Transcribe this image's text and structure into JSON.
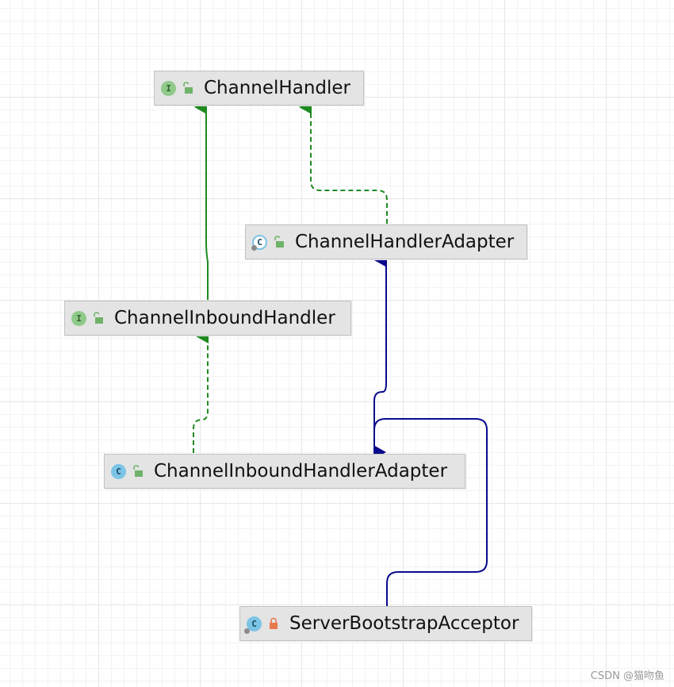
{
  "nodes": [
    {
      "id": "channel-handler",
      "label": "ChannelHandler",
      "kind": "interface",
      "kind_letter": "I",
      "visibility": "public"
    },
    {
      "id": "channel-handler-adapter",
      "label": "ChannelHandlerAdapter",
      "kind": "abstract-class",
      "kind_letter": "C",
      "visibility": "public"
    },
    {
      "id": "channel-inbound-handler",
      "label": "ChannelInboundHandler",
      "kind": "interface",
      "kind_letter": "I",
      "visibility": "public"
    },
    {
      "id": "channel-inbound-handler-adapter",
      "label": "ChannelInboundHandlerAdapter",
      "kind": "class",
      "kind_letter": "C",
      "visibility": "public"
    },
    {
      "id": "server-bootstrap-acceptor",
      "label": "ServerBootstrapAcceptor",
      "kind": "class",
      "kind_letter": "C",
      "visibility": "private"
    }
  ],
  "edges": [
    {
      "from": "channel-inbound-handler",
      "to": "channel-handler",
      "relation": "extends",
      "style": "solid",
      "color": "#1e8a1e"
    },
    {
      "from": "channel-handler-adapter",
      "to": "channel-handler",
      "relation": "implements",
      "style": "dashed",
      "color": "#1e8a1e"
    },
    {
      "from": "channel-inbound-handler-adapter",
      "to": "channel-inbound-handler",
      "relation": "implements",
      "style": "dashed",
      "color": "#1e8a1e"
    },
    {
      "from": "channel-inbound-handler-adapter",
      "to": "channel-handler-adapter",
      "relation": "extends",
      "style": "solid",
      "color": "#0a0a8c"
    },
    {
      "from": "server-bootstrap-acceptor",
      "to": "channel-inbound-handler-adapter",
      "relation": "extends",
      "style": "solid",
      "color": "#0a0a8c"
    }
  ],
  "colors": {
    "interface_icon": "#8fca8a",
    "class_icon": "#7cc4e6",
    "public_lock": "#6fb36a",
    "private_lock": "#e8784d",
    "implements_edge": "#1e8a1e",
    "extends_edge": "#0a0a8c"
  },
  "watermark": "CSDN @猫吻鱼"
}
